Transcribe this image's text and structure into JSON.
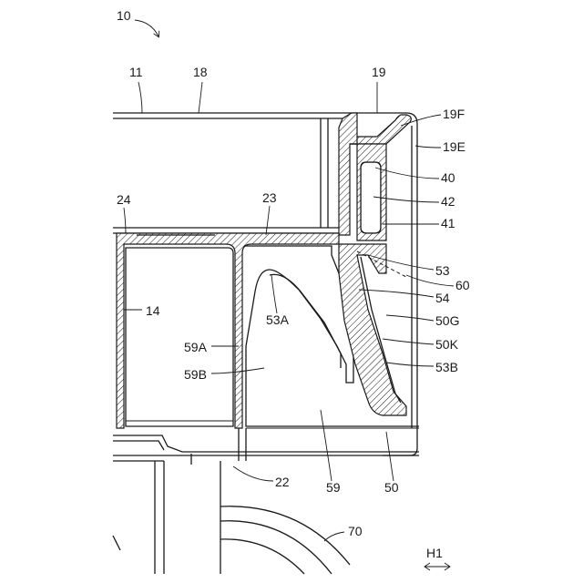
{
  "labels": {
    "assembly": "10",
    "cover": "11",
    "panel_top": "18",
    "end_cap": "19",
    "end_cap_face": "19F",
    "end_cap_edge": "19E",
    "pocket": "40",
    "insert": "42",
    "pocket_wall": "41",
    "frame": "24",
    "rail": "23",
    "web": "53",
    "dashed_member": "60",
    "web_face": "54",
    "gap_50g": "50G",
    "gap_50k": "50K",
    "web_edge": "53B",
    "web_curve": "53A",
    "block": "14",
    "wall_59a": "59A",
    "wall_59b": "59B",
    "chamber": "59",
    "foot": "50",
    "base": "22",
    "roller": "70",
    "direction": "H1"
  }
}
